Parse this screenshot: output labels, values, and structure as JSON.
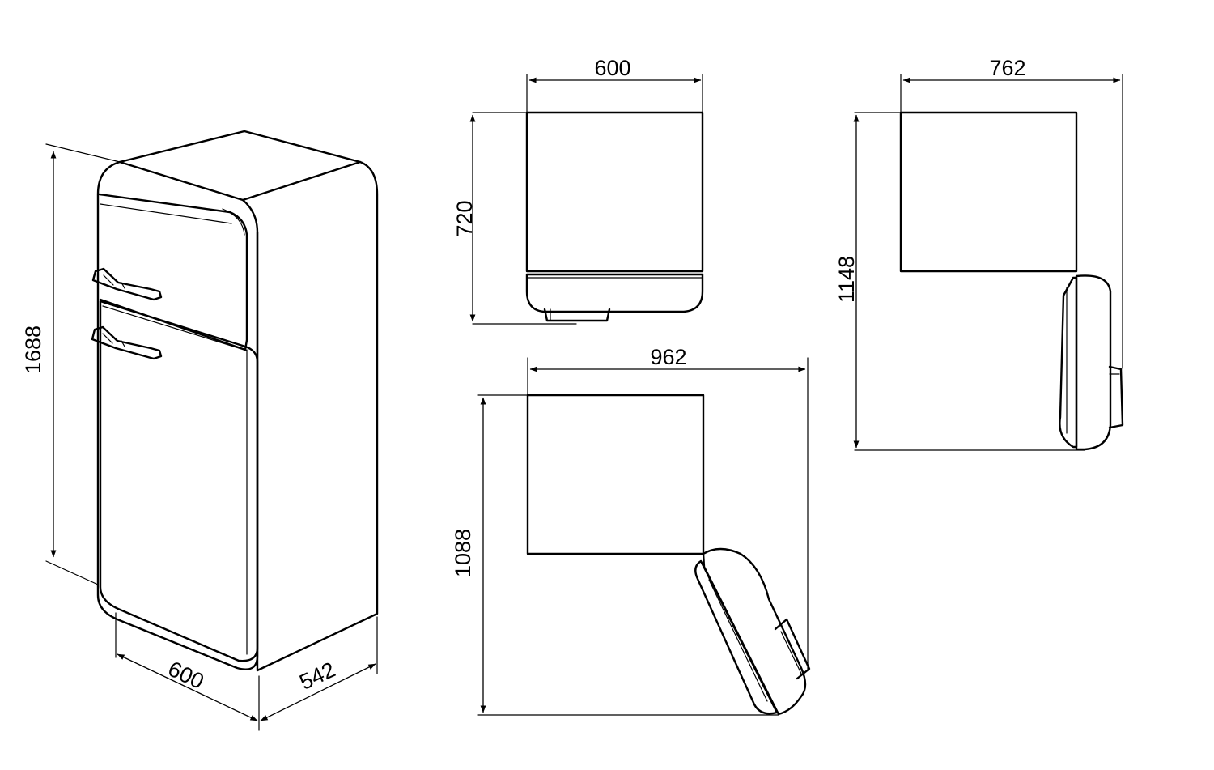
{
  "dimensions": {
    "iso_height": "1688",
    "iso_width": "600",
    "iso_depth": "542",
    "side_width": "600",
    "side_height": "720",
    "top90_width": "762",
    "top90_depth": "1148",
    "topopen_width": "962",
    "topopen_depth": "1088"
  },
  "colors": {
    "line": "#000000",
    "background": "#ffffff"
  }
}
